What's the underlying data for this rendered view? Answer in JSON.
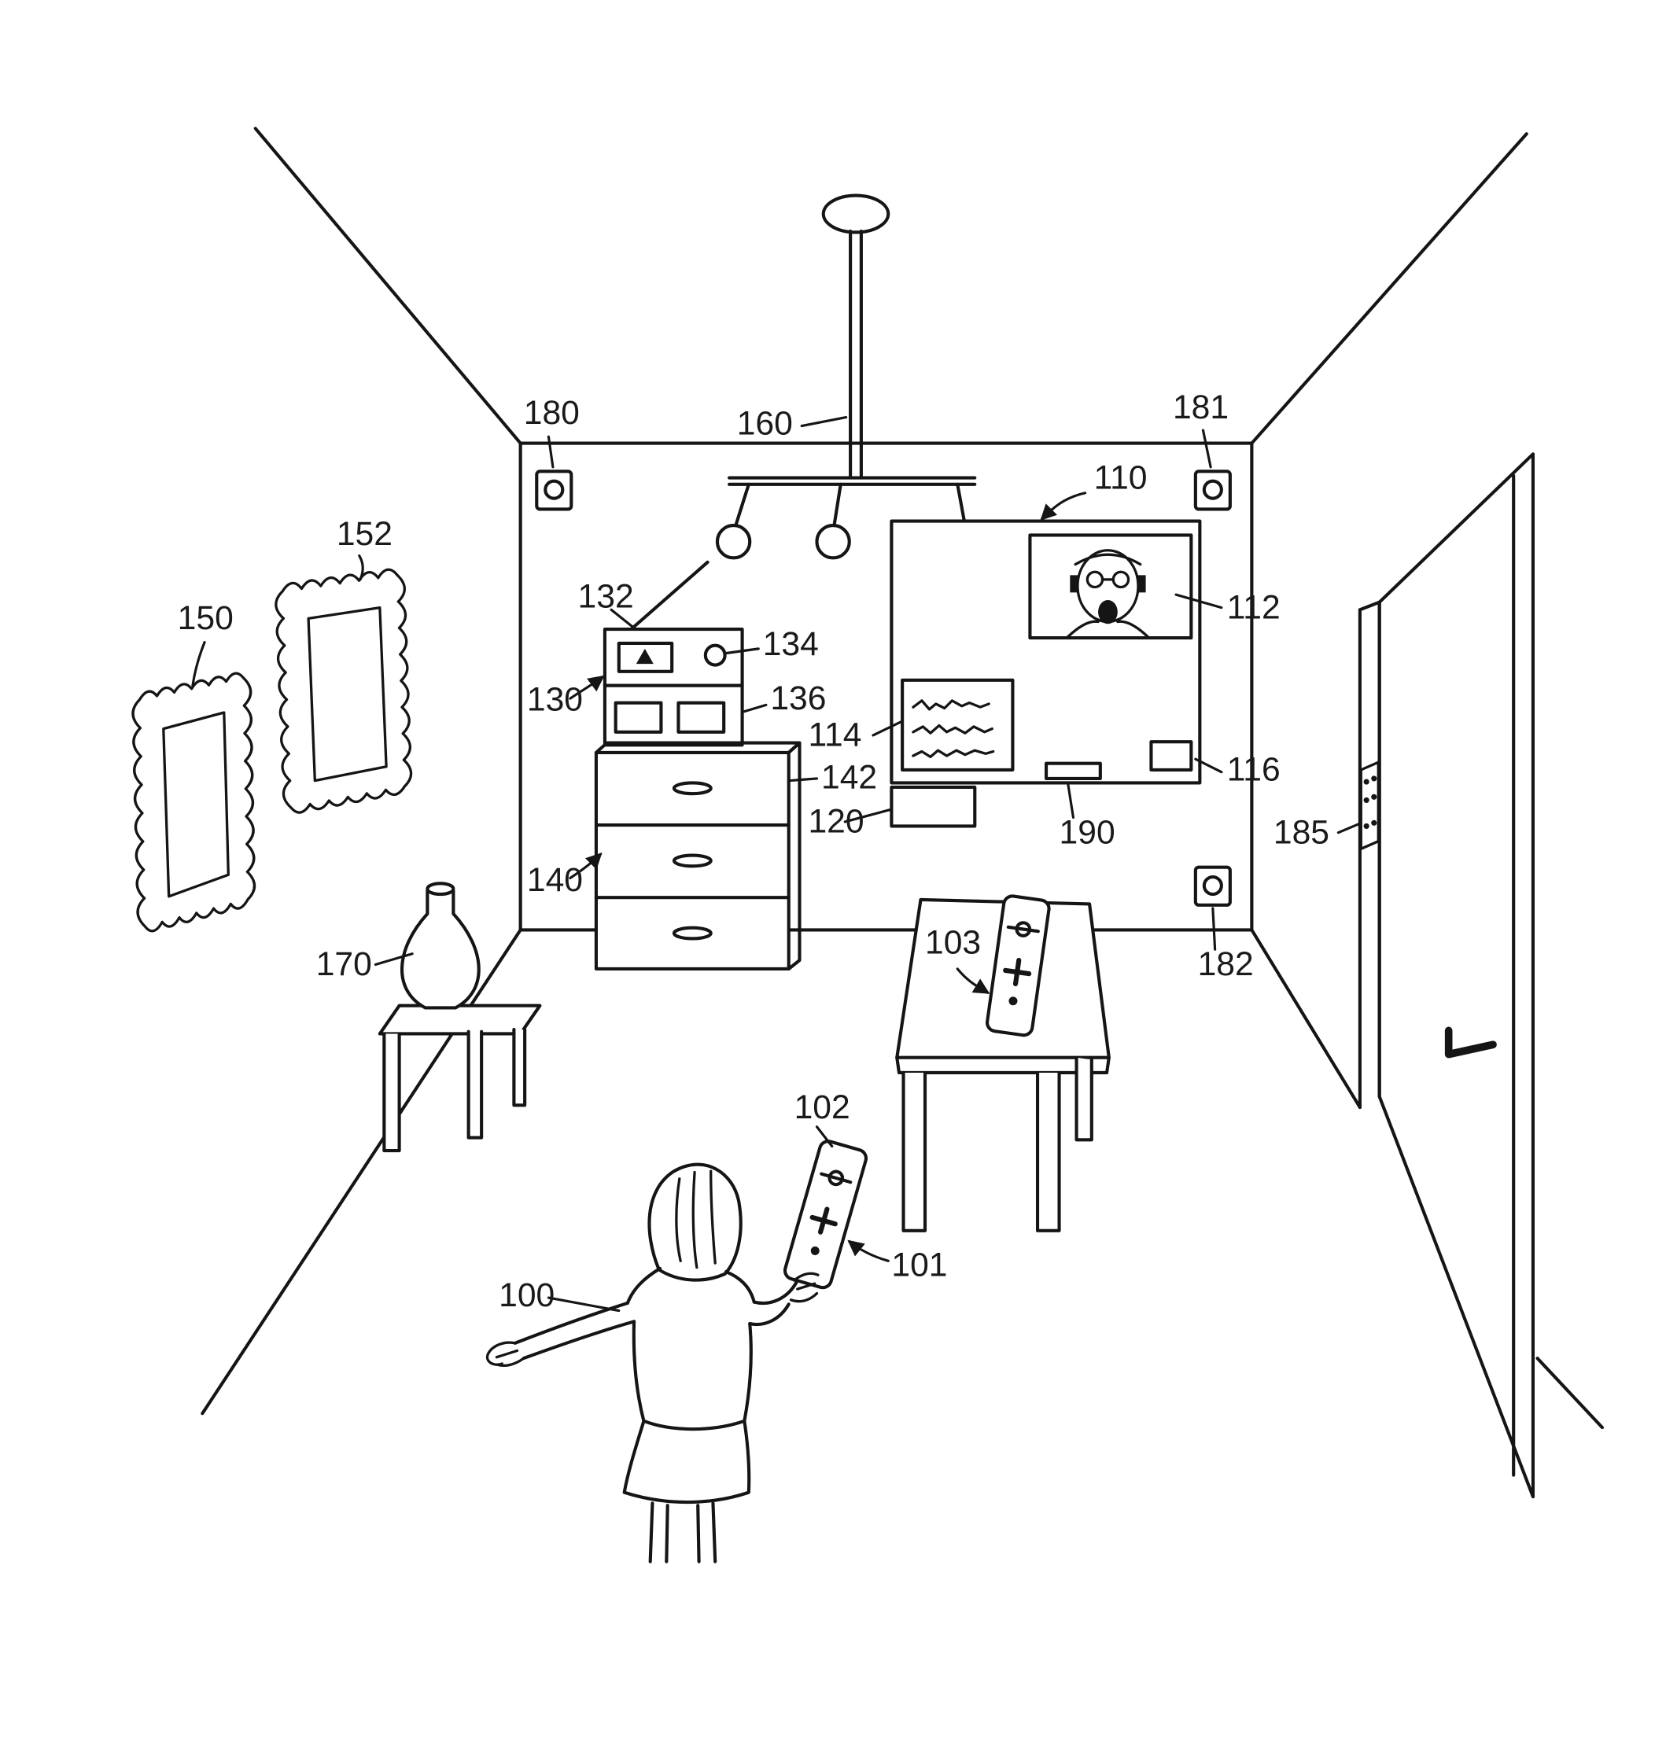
{
  "figure": {
    "background": "#ffffff",
    "ink": "#151515",
    "description": "Patent-style line drawing of a room: a user holding a motion controller faces a wall display; room contains stereo on dresser, table with controller, side table with vase, picture frames, ceiling lamp, wall sensors and an open door"
  },
  "labels": {
    "user": "100",
    "controller_pointer": "101",
    "handheld_controller": "102",
    "table_controller": "103",
    "display": "110",
    "video_window": "112",
    "chart_window": "114",
    "display_device": "116",
    "wall_device": "120",
    "stereo": "130",
    "antenna": "132",
    "receiver": "134",
    "tape_deck": "136",
    "dresser": "140",
    "dresser_top": "142",
    "picture_frame_far": "150",
    "picture_frame_near": "152",
    "ceiling_light": "160",
    "vase": "170",
    "sensor_top_left": "180",
    "sensor_top_right": "181",
    "sensor_bottom_right": "182",
    "door_hinge": "185",
    "sensor_bar": "190"
  }
}
